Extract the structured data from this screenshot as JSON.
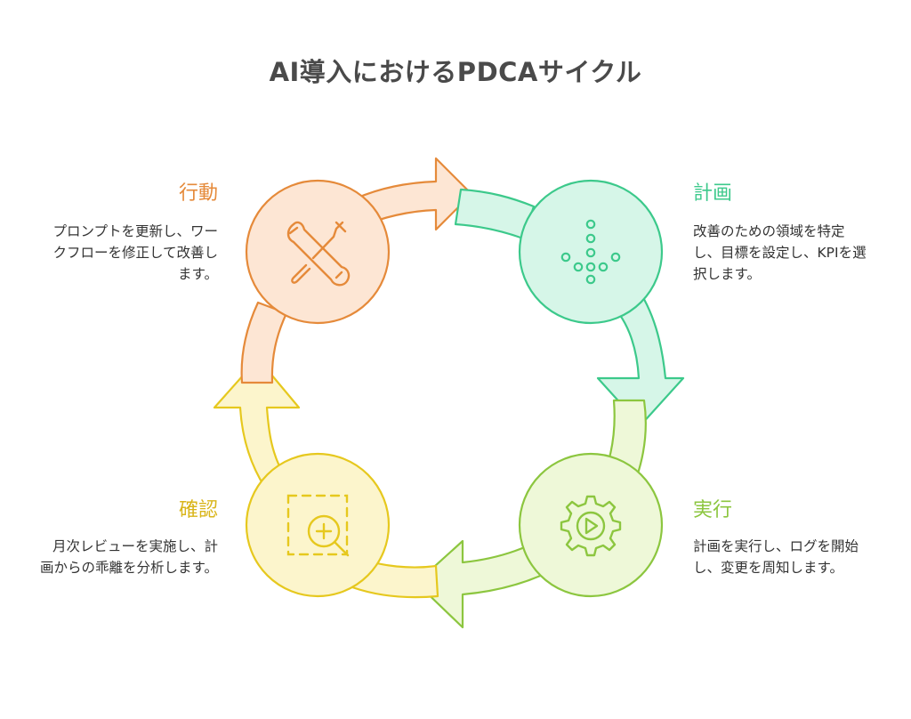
{
  "title": "AI導入におけるPDCAサイクル",
  "stages": {
    "plan": {
      "label": "計画",
      "description": "改善のための領域を特定し、目標を設定し、KPIを選択します。",
      "icon": "dots-arrow-down-icon",
      "color": "#3cc98b"
    },
    "do": {
      "label": "実行",
      "description": "計画を実行し、ログを開始し、変更を周知します。",
      "icon": "gear-play-icon",
      "color": "#8cc63f"
    },
    "check": {
      "label": "確認",
      "description": "月次レビューを実施し、計画からの乖離を分析します。",
      "icon": "zoom-in-icon",
      "color": "#e6c81e"
    },
    "act": {
      "label": "行動",
      "description": "プロンプトを更新し、ワークフローを修正して改善します。",
      "icon": "tools-icon",
      "color": "#e58a3a"
    }
  }
}
